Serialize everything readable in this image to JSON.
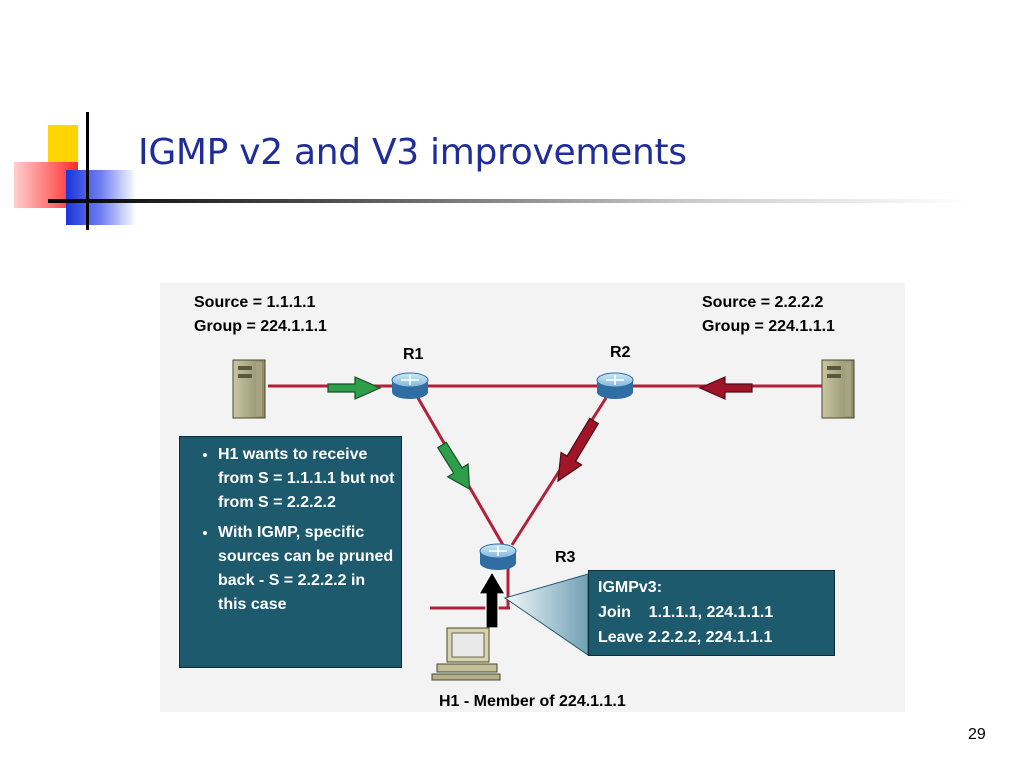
{
  "slide": {
    "title": "IGMP v2 and V3 improvements",
    "page_number": "29"
  },
  "diagram": {
    "source1": {
      "line1": "Source = 1.1.1.1",
      "line2": "Group = 224.1.1.1"
    },
    "source2": {
      "line1": "Source  = 2.2.2.2",
      "line2": "Group = 224.1.1.1"
    },
    "routers": {
      "r1": "R1",
      "r2": "R2",
      "r3": "R3"
    },
    "host_label": "H1 - Member of 224.1.1.1",
    "notes": [
      "H1 wants to receive from S = 1.1.1.1 but not from S = 2.2.2.2",
      "With IGMP, specific sources can be pruned back - S = 2.2.2.2 in this case"
    ],
    "igmp_message": {
      "header": "IGMPv3:",
      "join": "Join    1.1.1.1, 224.1.1.1",
      "leave": "Leave 2.2.2.2, 224.1.1.1"
    },
    "colors": {
      "link": "#b0223a",
      "green_arrow": "#2e9e4a",
      "red_arrow": "#a01628",
      "box_bg": "#1d5a6e",
      "title": "#1f2d9a"
    }
  }
}
